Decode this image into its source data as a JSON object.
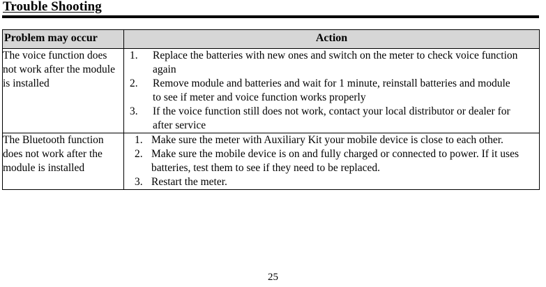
{
  "document": {
    "title": "Trouble Shooting",
    "page_number": "25"
  },
  "table": {
    "headers": {
      "problem": "Problem may occur",
      "action": "Action"
    },
    "rows": [
      {
        "problem": "The voice function does not work after the module is installed",
        "steps": [
          {
            "num": "1.",
            "text": "Replace the batteries with new ones and switch on the meter to check voice function again"
          },
          {
            "num": "2.",
            "text": "Remove module and batteries and wait for 1 minute, reinstall batteries and module to see if meter and voice function works properly"
          },
          {
            "num": "3.",
            "text": "If the voice function still does not work, contact your local distributor or dealer for after service"
          }
        ]
      },
      {
        "problem": "The Bluetooth function does not work after the module is installed",
        "steps": [
          {
            "num": "1.",
            "text": "Make sure the meter with Auxiliary Kit your mobile device is close to each other."
          },
          {
            "num": "2.",
            "text": "Make sure the mobile device is on and fully charged or connected to power. If it uses batteries, test them to see if they need to be replaced."
          },
          {
            "num": "3.",
            "text": "Restart the meter."
          }
        ]
      }
    ]
  },
  "colors": {
    "header_background": "#d6d6d6",
    "text": "#000000",
    "rule": "#000000"
  }
}
